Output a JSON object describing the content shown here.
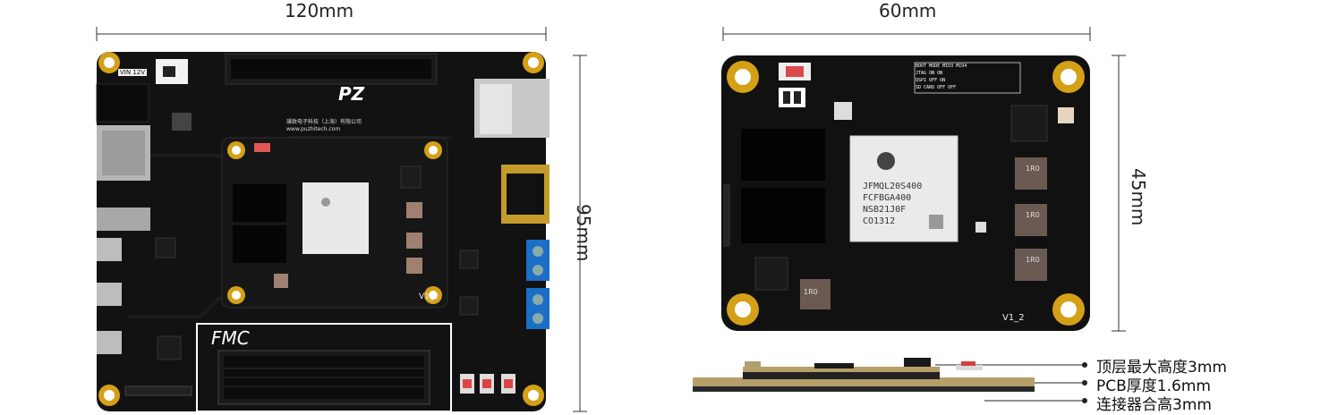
{
  "dimensions": {
    "carrier_width": "120mm",
    "carrier_height": "95mm",
    "module_width": "60mm",
    "module_height": "45mm"
  },
  "side_profile_notes": [
    "顶层最大高度3mm",
    "PCB厚度1.6mm",
    "连接器合高3mm"
  ],
  "carrier_board": {
    "logo_brand": "PZ",
    "company_name": "璞致电子科技（上海）有限公司",
    "website": "www.puzhitech.com",
    "fmc_label": "FMC",
    "power_label": "VIN 12V",
    "version_label": "V1_2"
  },
  "module_board": {
    "chip_lines": [
      "JFMQL20S400",
      "FCFBGA400",
      "NSB21J0F",
      "CO1312"
    ],
    "inductor_label": "1R0",
    "version_label": "V1_2",
    "boot_table": {
      "headers": [
        "BOOT",
        "MODE",
        "MIO3",
        "MIO4"
      ],
      "rows": [
        [
          "JTAG",
          "",
          "ON",
          "ON"
        ],
        [
          "QSPI",
          "",
          "OFF",
          "ON"
        ],
        [
          "SD CARD",
          "",
          "OFF",
          "OFF"
        ]
      ]
    }
  },
  "colors": {
    "pcb": "#111111",
    "gold_pad": "#d4a017",
    "connector_blue": "#1a6fc7",
    "ethernet_silver": "#bfbfbf"
  }
}
